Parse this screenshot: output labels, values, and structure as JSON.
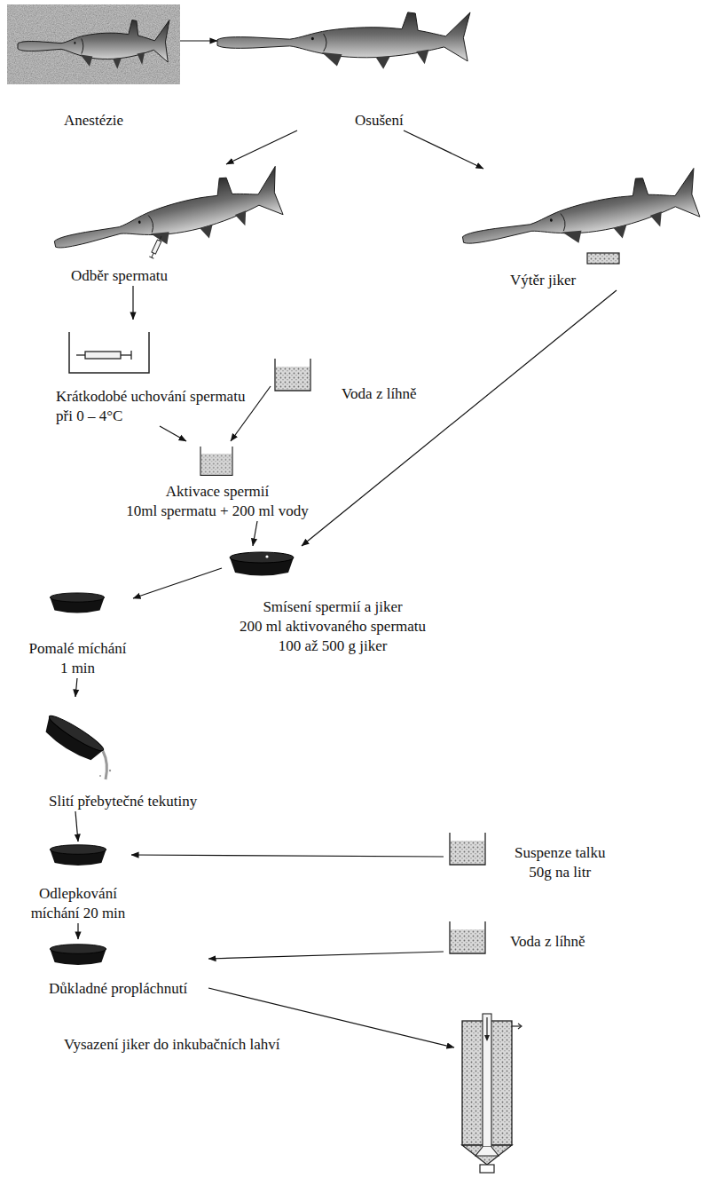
{
  "diagram": {
    "nodes": [
      {
        "text": [
          "Anestézie"
        ]
      },
      {
        "text": [
          "Osušení"
        ]
      },
      {
        "text": [
          "Odběr spermatu"
        ]
      },
      {
        "text": [
          "Výtěr jiker"
        ]
      },
      {
        "text": [
          "Krátkodobé uchování spermatu při 0 – 4°C"
        ]
      },
      {
        "text": [
          "Voda z líhně"
        ]
      },
      {
        "text": [
          "Aktivace spermií",
          "10ml spermatu + 200 ml vody"
        ]
      },
      {
        "text": [
          "Smísení spermií a jiker",
          "200 ml aktivovaného spermatu",
          "100 až 500 g jiker"
        ]
      },
      {
        "text": [
          "Pomalé míchání",
          "1 min"
        ]
      },
      {
        "text": [
          "Slití přebytečné tekutiny"
        ]
      },
      {
        "text": [
          "Suspenze talku",
          "50g na litr"
        ]
      },
      {
        "text": [
          "Odlepkování",
          "míchání 20 min"
        ]
      },
      {
        "text": [
          "Voda z líhně"
        ]
      },
      {
        "text": [
          "Důkladné propláchnutí"
        ]
      },
      {
        "text": [
          "Vysazení jiker do inkubačních lahví"
        ]
      }
    ],
    "edges": [
      {
        "from": 0,
        "to": 1,
        "arrow": "to"
      },
      {
        "from": 1,
        "to": 2,
        "arrow": "to"
      },
      {
        "from": 1,
        "to": 3,
        "arrow": "to"
      },
      {
        "from": 2,
        "to": 4,
        "arrow": "to"
      },
      {
        "from": 4,
        "to": 6,
        "arrow": "to"
      },
      {
        "from": 5,
        "to": 6,
        "arrow": "to"
      },
      {
        "from": 3,
        "to": 7,
        "arrow": "to"
      },
      {
        "from": 6,
        "to": 7,
        "arrow": "to"
      },
      {
        "from": 7,
        "to": 8,
        "arrow": "to"
      },
      {
        "from": 8,
        "to": 9,
        "arrow": "to"
      },
      {
        "from": 9,
        "to": 11,
        "arrow": "to"
      },
      {
        "from": 10,
        "to": 11,
        "arrow": "to"
      },
      {
        "from": 11,
        "to": 13,
        "arrow": "to"
      },
      {
        "from": 12,
        "to": 13,
        "arrow": "to"
      },
      {
        "from": 13,
        "to": 14,
        "arrow": "to"
      }
    ]
  }
}
